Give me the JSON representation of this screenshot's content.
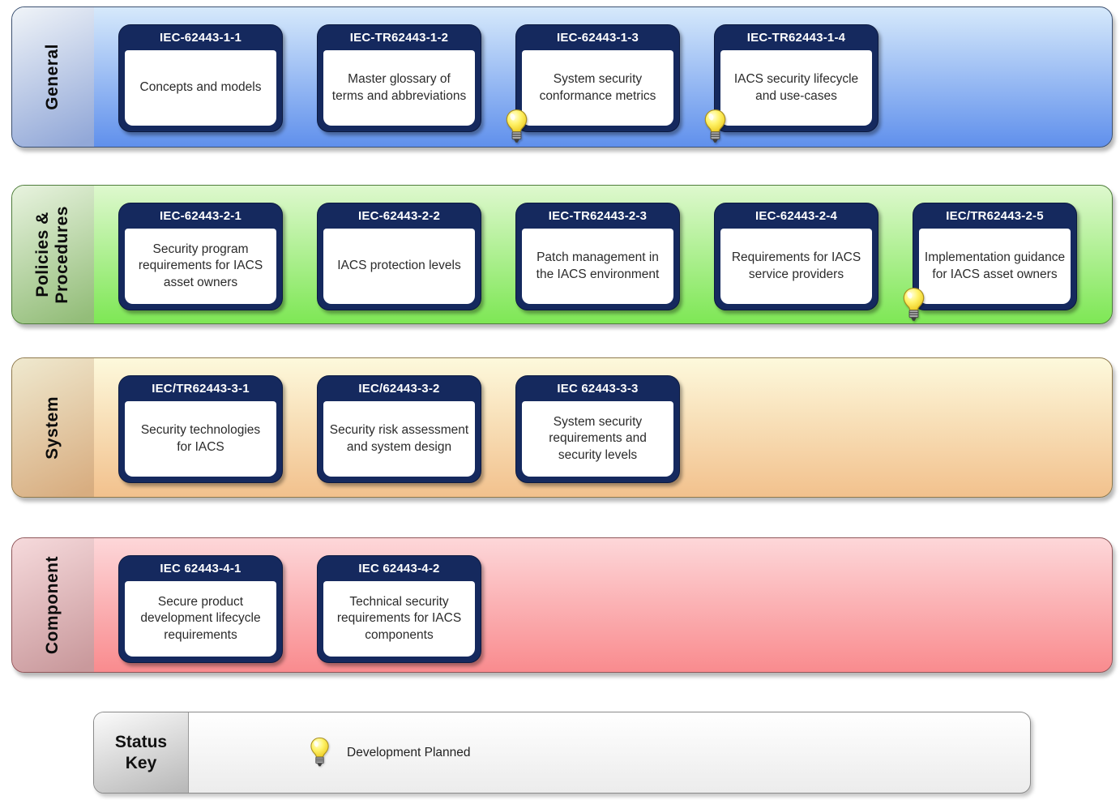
{
  "palette": {
    "card_header": "#15295e",
    "card_body": "#ffffff",
    "card_text": "#2b2b2b",
    "bulb_yellow": "#f5e13a"
  },
  "rows": [
    {
      "key": "general",
      "label": "General",
      "colors": {
        "panel_top": "#d6e9fb",
        "panel_bottom": "#6090ec",
        "label_top": "#f0f4f8",
        "label_bottom": "#92a8d8",
        "border": "#3e5272"
      },
      "cards": [
        {
          "code": "IEC-62443-1-1",
          "title": "Concepts and models",
          "development_planned": false
        },
        {
          "code": "IEC-TR62443-1-2",
          "title": "Master glossary of\nterms and abbreviations",
          "development_planned": false
        },
        {
          "code": "IEC-62443-1-3",
          "title": "System security\nconformance metrics",
          "development_planned": true
        },
        {
          "code": "IEC-TR62443-1-4",
          "title": "IACS security lifecycle\nand use-cases",
          "development_planned": true
        }
      ]
    },
    {
      "key": "policies-procedures",
      "label": "Policies &\nProcedures",
      "colors": {
        "panel_top": "#def8ce",
        "panel_bottom": "#7ee755",
        "label_top": "#e8f3df",
        "label_bottom": "#93bd79",
        "border": "#4f7d3c"
      },
      "cards": [
        {
          "code": "IEC-62443-2-1",
          "title": "Security program\nrequirements for IACS\nasset owners",
          "development_planned": false
        },
        {
          "code": "IEC-62443-2-2",
          "title": "IACS protection levels",
          "development_planned": false
        },
        {
          "code": "IEC-TR62443-2-3",
          "title": "Patch management in\nthe IACS environment",
          "development_planned": false
        },
        {
          "code": "IEC-62443-2-4",
          "title": "Requirements for IACS\nservice providers",
          "development_planned": false
        },
        {
          "code": "IEC/TR62443-2-5",
          "title": "Implementation guidance\nfor IACS asset owners",
          "development_planned": true
        }
      ]
    },
    {
      "key": "system",
      "label": "System",
      "colors": {
        "panel_top": "#fdf9dc",
        "panel_bottom": "#f2c18d",
        "label_top": "#efe9cf",
        "label_bottom": "#d8ad80",
        "border": "#8f7a4e"
      },
      "cards": [
        {
          "code": "IEC/TR62443-3-1",
          "title": "Security technologies\nfor IACS",
          "development_planned": false
        },
        {
          "code": "IEC/62443-3-2",
          "title": "Security risk assessment\nand system design",
          "development_planned": false
        },
        {
          "code": "IEC 62443-3-3",
          "title": "System security\nrequirements and\nsecurity levels",
          "development_planned": false
        }
      ]
    },
    {
      "key": "component",
      "label": "Component",
      "colors": {
        "panel_top": "#fdd7d9",
        "panel_bottom": "#f98b8e",
        "label_top": "#f6dadc",
        "label_bottom": "#c9999c",
        "border": "#8f575a"
      },
      "cards": [
        {
          "code": "IEC 62443-4-1",
          "title": "Secure product\ndevelopment lifecycle\nrequirements",
          "development_planned": false
        },
        {
          "code": "IEC 62443-4-2",
          "title": "Technical security\nrequirements for IACS\ncomponents",
          "development_planned": false
        }
      ]
    }
  ],
  "status_key": {
    "label": "Status\nKey",
    "items": [
      {
        "icon": "lightbulb-icon",
        "text": "Development Planned"
      }
    ]
  }
}
